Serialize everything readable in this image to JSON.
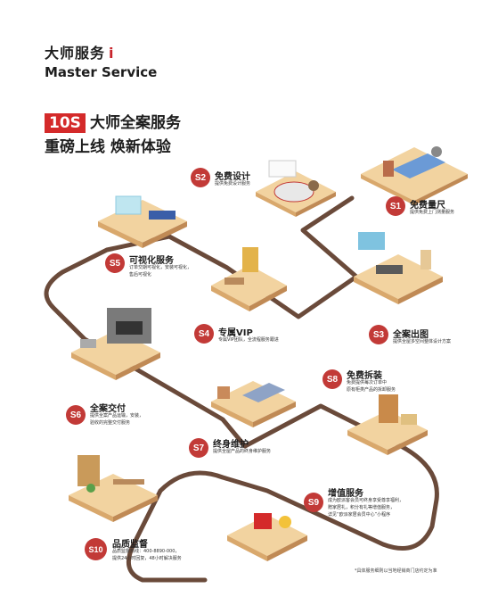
{
  "header": {
    "title_cn": "大师服务",
    "title_icon": "i",
    "title_en": "Master Service"
  },
  "hero": {
    "badge": "10S",
    "line1": "大师全案服务",
    "line2": "重磅上线  焕新体验"
  },
  "colors": {
    "accent": "#c23a37",
    "path": "#6a4a3a",
    "floor": "#f2d3a0",
    "floor_side": "#d9a86c"
  },
  "steps": [
    {
      "code": "S1",
      "title": "免费量尺",
      "desc": "提供免费上门测量服务"
    },
    {
      "code": "S2",
      "title": "免费设计",
      "desc": "提供免费设计服务"
    },
    {
      "code": "S3",
      "title": "全案出图",
      "desc": "提供全屋多空间整体设计方案"
    },
    {
      "code": "S4",
      "title": "专属VIP",
      "desc": "专属VIP团队，全流程服务跟进"
    },
    {
      "code": "S5",
      "title": "可视化服务",
      "desc1": "订单交期可视化，安装可视化，",
      "desc2": "售后可视化"
    },
    {
      "code": "S6",
      "title": "全案交付",
      "desc1": "提供全案产品运输，安装，",
      "desc2": "验收的完整交付服务"
    },
    {
      "code": "S7",
      "title": "终身维护",
      "desc": "提供全屋产品的终身维护服务"
    },
    {
      "code": "S8",
      "title": "免费拆装",
      "desc1": "免费提供每次订单中",
      "desc2": "原有柜类产品的拆卸服务"
    },
    {
      "code": "S9",
      "title": "增值服务",
      "desc1": "成为欧派客会员可终身享受尊享福利，",
      "desc2": "赠家居礼，积分有礼等增值服务，",
      "desc3": "详见“欧派家居会员中心”小程序"
    },
    {
      "code": "S10",
      "title": "品质监督",
      "desc1": "品质监督热线：400-8890-000，",
      "desc2": "提供24小时回复，48小时解决服务"
    }
  ],
  "footnote": "*具体服务细则以当地经销商门店约定为准"
}
